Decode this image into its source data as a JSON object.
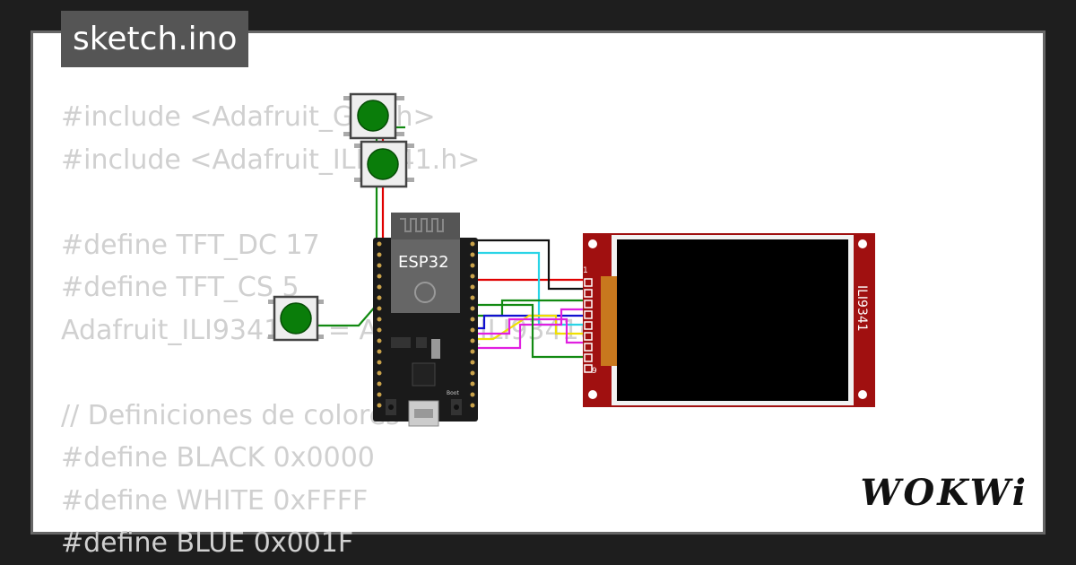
{
  "title": "sketch.ino",
  "code_lines": [
    "#include <Adafruit_GFX.h>",
    "#include <Adafruit_ILI9341.h>",
    "",
    "#define TFT_DC 17",
    "#define TFT_CS 5",
    "Adafruit_ILI9341 tft = Adafruit_ILI9341(TFT_CS, TFT_DC);",
    "",
    "// Definiciones de colores",
    "#define BLACK 0x0000",
    "#define WHITE 0xFFFF",
    "#define BLUE 0x001F"
  ],
  "diagram": {
    "mcu_label": "ESP32",
    "boot_label": "Boot",
    "display_label": "ILI9341",
    "display_pin_first": "1",
    "display_pin_last": "9",
    "button_color": "#0a7d0a",
    "pcb_color": "#a01010"
  },
  "brand": "WOKWi"
}
